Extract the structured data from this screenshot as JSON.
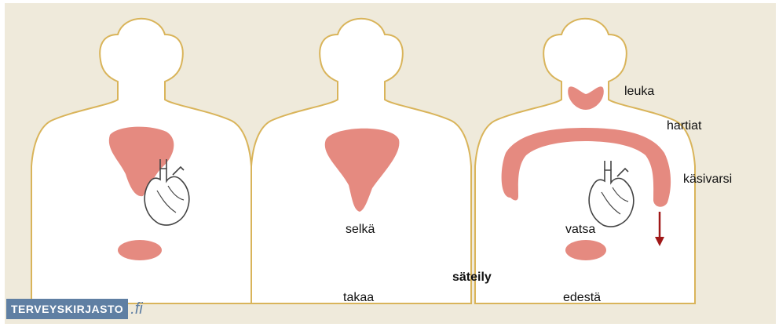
{
  "labels": {
    "leuka": "leuka",
    "hartiat": "hartiat",
    "kasivarsi": "käsivarsi",
    "selka": "selkä",
    "vatsa": "vatsa",
    "sateily": "säteily",
    "takaa": "takaa",
    "edesta": "edestä"
  },
  "logo": {
    "brand": "TERVEYSKIRJASTO",
    "suffix": ".fi"
  },
  "colors": {
    "background": "#efeadb",
    "body_fill": "#ffffff",
    "body_outline": "#d9b45a",
    "pain_area": "#e58a80",
    "arrow": "#a01818"
  }
}
